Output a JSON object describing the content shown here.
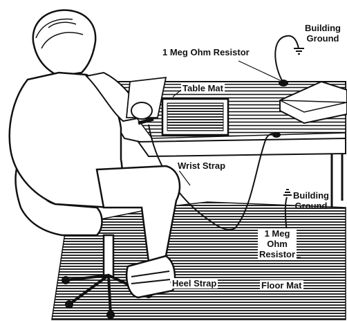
{
  "labels": {
    "building_ground_top_line1": "Building",
    "building_ground_top_line2": "Ground",
    "resistor_top": "1 Meg Ohm Resistor",
    "table_mat": "Table Mat",
    "wrist_strap": "Wrist Strap",
    "building_ground_right_line1": "Building",
    "building_ground_right_line2": "Ground",
    "resistor_right_line1": "1 Meg",
    "resistor_right_line2": "Ohm",
    "resistor_right_line3": "Resistor",
    "heel_strap": "Heel Strap",
    "floor_mat": "Floor Mat"
  },
  "colors": {
    "ink": "#111111",
    "paper": "#ffffff"
  }
}
